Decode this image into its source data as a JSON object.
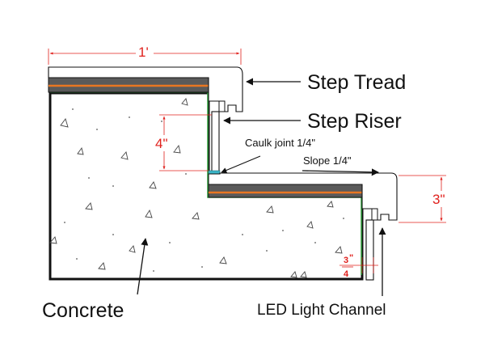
{
  "labels": {
    "step_tread": "Step Tread",
    "step_riser": "Step Riser",
    "caulk_joint": "Caulk joint 1/4\"",
    "slope": "Slope 1/4\"",
    "concrete": "Concrete",
    "led_channel": "LED Light Channel"
  },
  "dimensions": {
    "width_top": "1'",
    "riser_height": "4\"",
    "tread_thickness": "3\"",
    "channel_frac_num": "3",
    "channel_frac_den": "4"
  },
  "colors": {
    "dimension": "#e0201c",
    "membrane": "#5a5a5a",
    "heat_strip": "#e87722",
    "waterproofing": "#2e9e3a",
    "caulk": "#3bb6c9",
    "outline": "#111111"
  }
}
